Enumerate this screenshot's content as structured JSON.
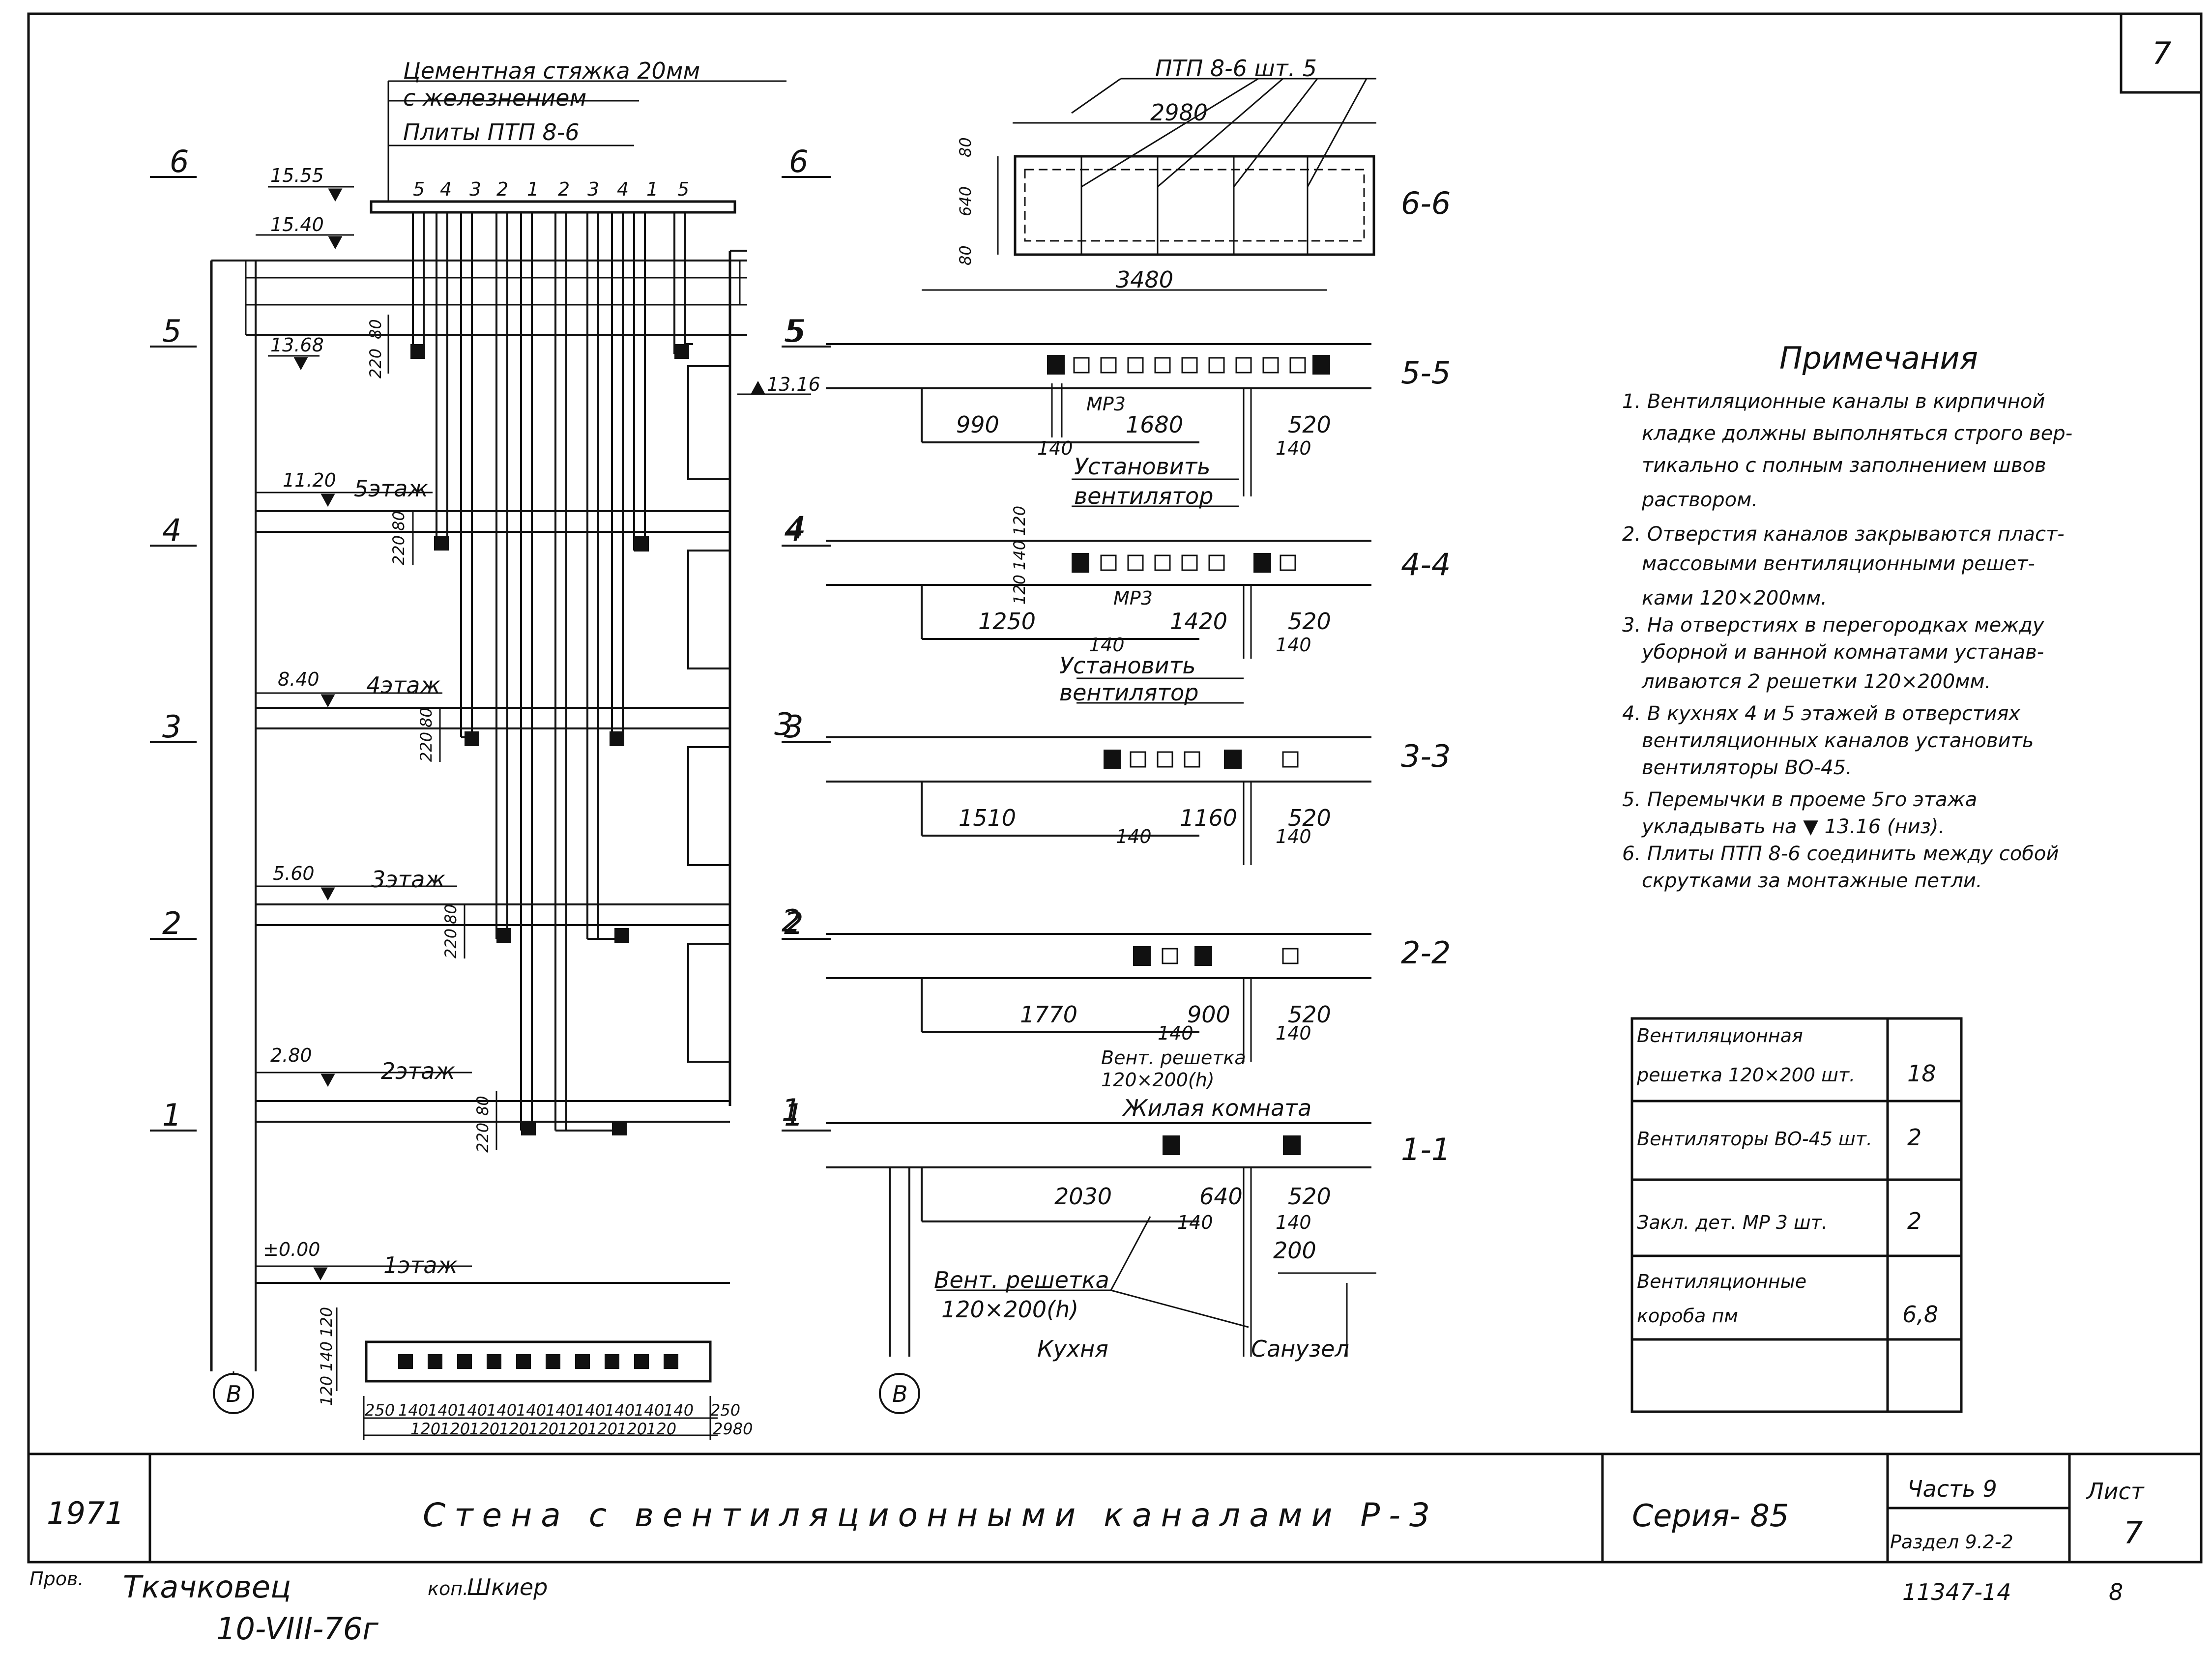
{
  "sheet": {
    "number": "7",
    "year": "1971",
    "title": "Стена с вентиляционными каналами Р-3",
    "series": "Серия- 85",
    "part": "Часть 9",
    "section": "Раздел 9.2-2",
    "sheet_label": "Лист",
    "sheet_no": "7",
    "doc_no": "11347-14",
    "copy_no": "8",
    "checked_label": "Пров.",
    "checked_name": "Ткачковец",
    "checked_date": "10-VIII-76г",
    "copy_label": "коп.",
    "copy_name": "Шкиер"
  },
  "elevation": {
    "label_screed": "Цементная стяжка  20мм",
    "label_reinf": "с железнением",
    "label_plates": "Плиты  ПТП 8-6",
    "channel_numbers": [
      "5",
      "4",
      "3",
      "2",
      "1",
      "2",
      "3",
      "4",
      "1",
      "5"
    ],
    "levels": [
      {
        "value": "15.55",
        "floor": ""
      },
      {
        "value": "15.40",
        "floor": ""
      },
      {
        "value": "13.68",
        "floor": ""
      },
      {
        "value": "11.20",
        "floor": "5этаж"
      },
      {
        "value": "8.40",
        "floor": "4этаж"
      },
      {
        "value": "5.60",
        "floor": "3этаж"
      },
      {
        "value": "2.80",
        "floor": "2этаж"
      },
      {
        "value": "±0.00",
        "floor": "1этаж"
      }
    ],
    "level_right": "13.16",
    "dims_220": "220",
    "dims_80": "80",
    "section_marks": [
      "6",
      "5",
      "4",
      "3",
      "2",
      "1"
    ],
    "axis": "В"
  },
  "plan_strip": {
    "dims_top": [
      "250",
      "140",
      "140",
      "140",
      "140",
      "140",
      "140",
      "140",
      "140",
      "140",
      "140",
      "250"
    ],
    "dims_bottom": [
      "120",
      "120",
      "120",
      "120",
      "120",
      "120",
      "120",
      "120",
      "120"
    ],
    "total": "2980",
    "side": [
      "120",
      "140",
      "120"
    ]
  },
  "plate": {
    "title": "ПТП 8-6   шт. 5",
    "width": "2980",
    "dims_side": [
      "80",
      "640",
      "80"
    ],
    "section": "6-6"
  },
  "sections": [
    {
      "name": "5-5",
      "mark": "5",
      "left": "990",
      "mid": "1680",
      "right": "520",
      "below": "140",
      "w": "3480",
      "note1": "МР3",
      "note2": "Установить",
      "note3": "вентилятор"
    },
    {
      "name": "4-4",
      "mark": "4",
      "left": "1250",
      "mid": "1420",
      "right": "520",
      "below": "140",
      "note1": "МР3",
      "note2": "Установить",
      "note3": "вентилятор"
    },
    {
      "name": "3-3",
      "mark": "3",
      "left": "1510",
      "mid": "1160",
      "right": "520",
      "below": "140"
    },
    {
      "name": "2-2",
      "mark": "2",
      "left": "1770",
      "mid": "900",
      "right": "520",
      "below": "140",
      "note1": "Вент. решетка",
      "note2": "120×200(h)"
    },
    {
      "name": "1-1",
      "mark": "1",
      "left": "2030",
      "mid": "640",
      "right": "520",
      "below": "140",
      "extra": "200",
      "room": "Жилая комната",
      "note1": "Вент. решетка",
      "note2": "120×200(h)",
      "kitchen": "Кухня",
      "bath": "Санузел"
    }
  ],
  "section_side_dims": [
    "120",
    "140",
    "120"
  ],
  "notes": {
    "title": "Примечания",
    "items": [
      "1. Вентиляционные каналы в кирпичной",
      "кладке должны выполняться строго вер-",
      "тикально с полным заполнением швов",
      "раствором.",
      "2. Отверстия каналов закрываются пласт-",
      "массовыми вентиляционными решет-",
      "ками 120×200мм.",
      "3. На отверстиях в перегородках между",
      "уборной и ванной комнатами устанав-",
      "ливаются 2 решетки 120×200мм.",
      "4. В кухнях 4 и 5 этажей в отверстиях",
      "вентиляционных каналов установить",
      "вентиляторы ВО-45.",
      "5. Перемычки в проеме 5го этажа",
      "укладывать на ▼ 13.16 (низ).",
      "6. Плиты ПТП 8-6 соединить между собой",
      "скрутками за монтажные петли."
    ]
  },
  "spec_table": {
    "rows": [
      {
        "name1": "Вентиляционная",
        "name2": "решетка 120×200  шт.",
        "qty": "18"
      },
      {
        "name1": "Вентиляторы ВО-45 шт.",
        "name2": "",
        "qty": "2"
      },
      {
        "name1": "Закл. дет. МР 3   шт.",
        "name2": "",
        "qty": "2"
      },
      {
        "name1": "Вентиляционные",
        "name2": "короба            пм",
        "qty": "6,8"
      },
      {
        "name1": "",
        "name2": "",
        "qty": ""
      }
    ]
  }
}
